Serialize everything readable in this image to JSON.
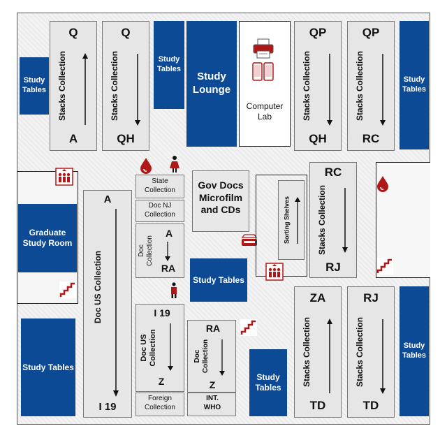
{
  "stacks": {
    "q_a": {
      "top": "Q",
      "bottom": "A",
      "label": "Stacks Collection"
    },
    "q_qh": {
      "top": "Q",
      "bottom": "QH",
      "label": "Stacks Collection"
    },
    "qp_qh": {
      "top": "QP",
      "bottom": "QH",
      "label": "Stacks Collection"
    },
    "qp_rc": {
      "top": "QP",
      "bottom": "RC",
      "label": "Stacks Collection"
    },
    "rc_rj": {
      "top": "RC",
      "bottom": "RJ",
      "label": "Stacks Collection"
    },
    "za_td": {
      "top": "ZA",
      "bottom": "TD",
      "label": "Stacks Collection"
    },
    "rj_td": {
      "top": "RJ",
      "bottom": "TD",
      "label": "Stacks Collection"
    }
  },
  "rooms": {
    "study_tables_label": "Study Tables",
    "study_lounge": "Study Lounge",
    "computer_lab": "Computer Lab",
    "graduate_study_room": "Graduate Study Room",
    "gov_docs": "Gov Docs Microfilm and CDs",
    "sorting_shelves": "Sorting Shelves"
  },
  "doc_collections": {
    "state": "State Collection",
    "doc_nj": "Doc NJ Collection",
    "doc_a_ra": {
      "top": "A",
      "label": "Doc Collection",
      "bottom": "RA"
    },
    "doc_us_left": {
      "top": "A",
      "label": "Doc US Collection",
      "bottom": "I 19"
    },
    "doc_us_mid": {
      "top": "I 19",
      "label": "Doc US Collection",
      "bottom": "Z"
    },
    "foreign": "Foreign Collection",
    "doc_ra_z": {
      "top": "RA",
      "label": "Doc Collection",
      "bottom": "Z"
    },
    "int_who": "INT. WHO"
  },
  "colors": {
    "blue": "#0d4a96",
    "shelf": "#e6e6e6",
    "icon_red": "#b01818"
  },
  "icons": [
    "printer-icon",
    "tablet-icon",
    "water-fountain-icon",
    "restroom-icon",
    "elevator-icon",
    "stairs-icon",
    "scanner-icon"
  ]
}
